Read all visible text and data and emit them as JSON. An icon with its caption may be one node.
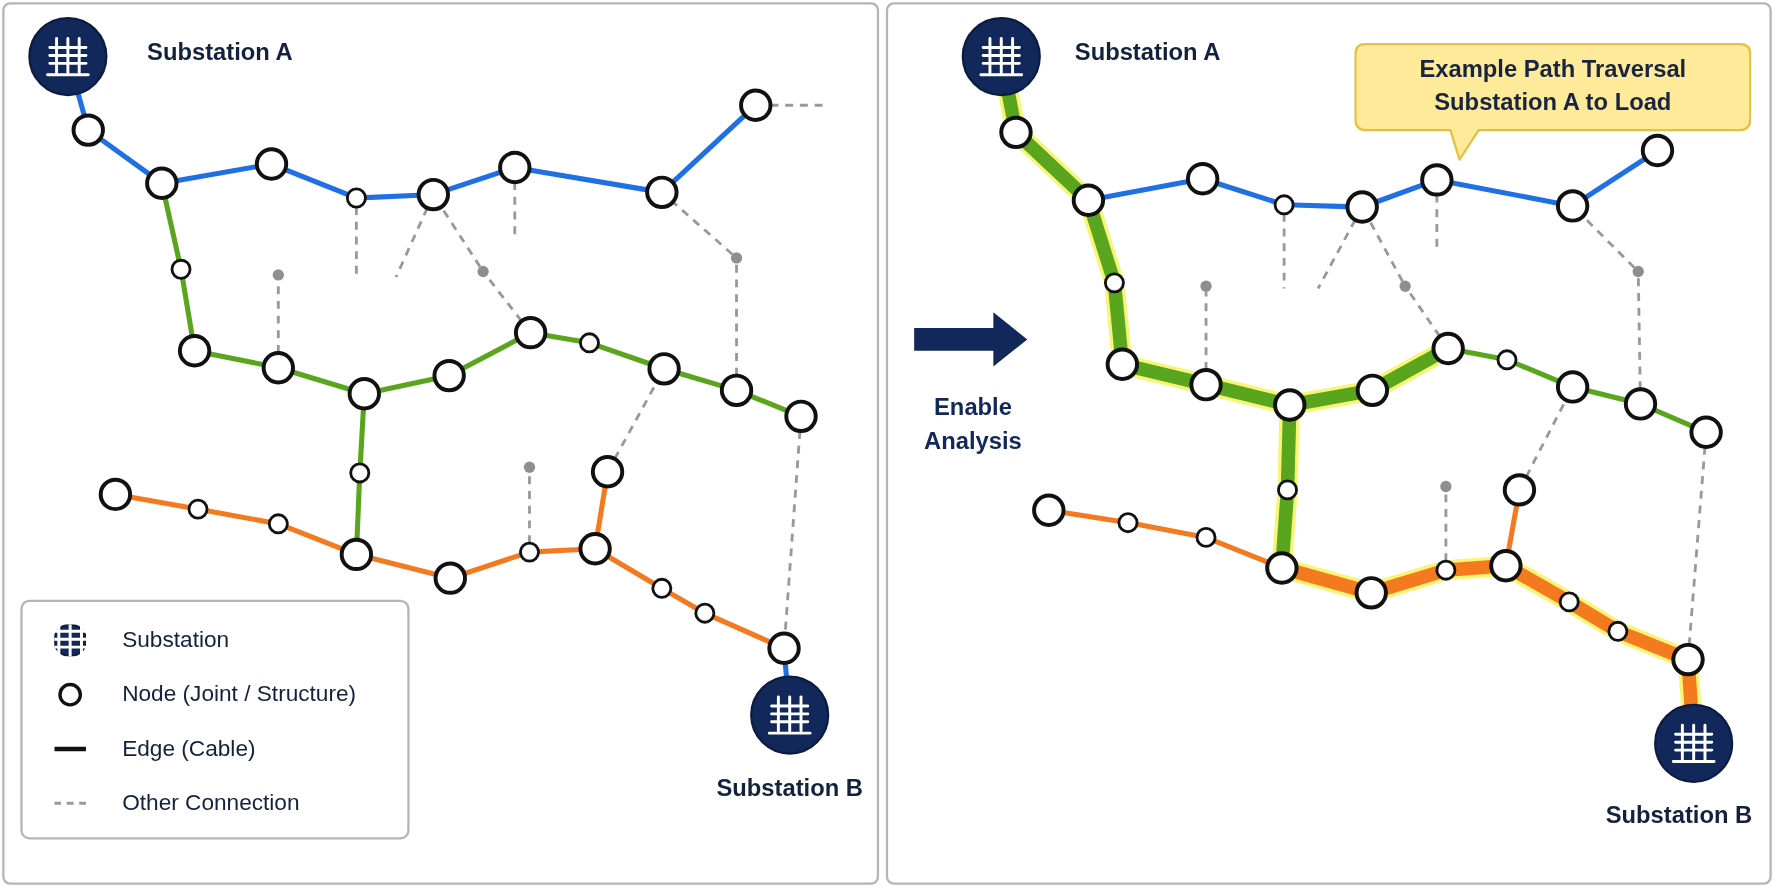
{
  "diagram": {
    "nodes": [
      {
        "text": [],
        "shape": "box"
      },
      {
        "text": [],
        "shape": "circle",
        "beside": [
          "Substation A"
        ],
        "in": 0
      },
      {
        "text": [],
        "shape": "circle",
        "in": 0
      },
      {
        "text": [],
        "shape": "circle",
        "in": 0
      },
      {
        "text": [],
        "shape": "circle",
        "in": 0
      },
      {
        "text": [],
        "shape": "circle",
        "in": 0
      },
      {
        "text": [],
        "shape": "circle",
        "in": 0
      },
      {
        "text": [],
        "shape": "circle",
        "in": 0
      },
      {
        "text": [],
        "shape": "circle",
        "in": 0
      },
      {
        "text": [],
        "shape": "circle",
        "in": 0
      },
      {
        "text": [],
        "shape": "circle",
        "in": 0
      },
      {
        "text": [],
        "shape": "circle",
        "in": 0
      },
      {
        "text": [],
        "shape": "circle",
        "in": 0
      },
      {
        "text": [],
        "shape": "circle",
        "in": 0
      },
      {
        "text": [],
        "shape": "circle",
        "in": 0
      },
      {
        "text": [],
        "shape": "circle",
        "in": 0
      },
      {
        "text": [],
        "shape": "circle",
        "in": 0
      },
      {
        "text": [],
        "shape": "circle",
        "in": 0
      },
      {
        "text": [],
        "shape": "circle",
        "in": 0
      },
      {
        "text": [],
        "shape": "circle",
        "in": 0
      },
      {
        "text": [],
        "shape": "circle",
        "in": 0
      },
      {
        "text": [],
        "shape": "circle",
        "in": 0
      },
      {
        "text": [],
        "shape": "circle",
        "in": 0
      },
      {
        "text": [],
        "shape": "circle",
        "in": 0
      },
      {
        "text": [],
        "shape": "circle",
        "in": 0
      },
      {
        "text": [],
        "shape": "circle",
        "in": 0
      },
      {
        "text": [],
        "shape": "circle",
        "in": 0
      },
      {
        "text": [],
        "shape": "circle",
        "in": 0
      },
      {
        "text": [],
        "shape": "circle",
        "in": 0
      },
      {
        "text": [],
        "shape": "circle",
        "in": 0
      },
      {
        "text": [],
        "shape": "circle",
        "in": 0
      },
      {
        "text": [],
        "shape": "circle",
        "beside": [
          "Substation B"
        ],
        "in": 0
      },
      {
        "text": [],
        "shape": "circle",
        "in": 0
      },
      {
        "text": [],
        "shape": "dot",
        "in": 0
      },
      {
        "text": [],
        "shape": "dot",
        "in": 0
      },
      {
        "text": [],
        "shape": "dot",
        "in": 0
      },
      {
        "text": [],
        "shape": "dot",
        "in": 0
      },
      {
        "text": [],
        "shape": "box"
      },
      {
        "text": [],
        "shape": "circle",
        "beside": [
          "Substation A"
        ],
        "in": 37
      },
      {
        "text": [],
        "shape": "circle",
        "in": 37
      },
      {
        "text": [],
        "shape": "circle",
        "in": 37
      },
      {
        "text": [],
        "shape": "circle",
        "in": 37
      },
      {
        "text": [],
        "shape": "circle",
        "in": 37
      },
      {
        "text": [],
        "shape": "circle",
        "in": 37
      },
      {
        "text": [],
        "shape": "circle",
        "in": 37
      },
      {
        "text": [],
        "shape": "circle",
        "in": 37
      },
      {
        "text": [],
        "shape": "circle",
        "in": 37
      },
      {
        "text": [],
        "shape": "circle",
        "in": 37
      },
      {
        "text": [],
        "shape": "circle",
        "in": 37
      },
      {
        "text": [],
        "shape": "circle",
        "in": 37
      },
      {
        "text": [],
        "shape": "circle",
        "in": 37
      },
      {
        "text": [],
        "shape": "circle",
        "in": 37
      },
      {
        "text": [],
        "shape": "circle",
        "in": 37
      },
      {
        "text": [],
        "shape": "circle",
        "in": 37
      },
      {
        "text": [],
        "shape": "circle",
        "in": 37
      },
      {
        "text": [],
        "shape": "circle",
        "in": 37
      },
      {
        "text": [],
        "shape": "circle",
        "in": 37
      },
      {
        "text": [],
        "shape": "circle",
        "in": 37
      },
      {
        "text": [],
        "shape": "circle",
        "in": 37
      },
      {
        "text": [],
        "shape": "circle",
        "in": 37
      },
      {
        "text": [],
        "shape": "circle",
        "in": 37
      },
      {
        "text": [],
        "shape": "circle",
        "in": 37
      },
      {
        "text": [],
        "shape": "circle",
        "in": 37
      },
      {
        "text": [],
        "shape": "circle",
        "in": 37
      },
      {
        "text": [],
        "shape": "circle",
        "in": 37
      },
      {
        "text": [],
        "shape": "circle",
        "in": 37
      },
      {
        "text": [],
        "shape": "circle",
        "in": 37
      },
      {
        "text": [],
        "shape": "circle",
        "in": 37
      },
      {
        "text": [],
        "shape": "circle",
        "beside": [
          "Substation B"
        ],
        "in": 37
      },
      {
        "text": [],
        "shape": "circle",
        "in": 37
      },
      {
        "text": [],
        "shape": "dot",
        "in": 37
      },
      {
        "text": [],
        "shape": "dot",
        "in": 37
      },
      {
        "text": [],
        "shape": "dot",
        "in": 37
      },
      {
        "text": [],
        "shape": "dot",
        "in": 37
      },
      {
        "text": [
          "Example Path Traversal Substation A to Load"
        ],
        "in": 37
      }
    ],
    "edges": [
      {
        "from": 1,
        "to": 2,
        "arrow": "none",
        "color": "#1f6fe5"
      },
      {
        "from": 2,
        "to": 3,
        "arrow": "none",
        "color": "#1f6fe5"
      },
      {
        "from": 3,
        "to": 4,
        "arrow": "none",
        "color": "#1f6fe5"
      },
      {
        "from": 4,
        "to": 5,
        "arrow": "none",
        "color": "#1f6fe5"
      },
      {
        "from": 5,
        "to": 6,
        "arrow": "none",
        "color": "#1f6fe5"
      },
      {
        "from": 6,
        "to": 7,
        "arrow": "none",
        "color": "#1f6fe5"
      },
      {
        "from": 7,
        "to": 8,
        "arrow": "none",
        "color": "#1f6fe5"
      },
      {
        "from": 8,
        "to": 9,
        "arrow": "none",
        "color": "#1f6fe5"
      },
      {
        "from": 9,
        "to": null,
        "arrow": "none",
        "style": "dashed",
        "color": "#999999"
      },
      {
        "from": 3,
        "to": 10,
        "arrow": "none",
        "color": "#5aa51e"
      },
      {
        "from": 10,
        "to": 11,
        "arrow": "none",
        "color": "#5aa51e"
      },
      {
        "from": 11,
        "to": 12,
        "arrow": "none",
        "color": "#5aa51e"
      },
      {
        "from": 12,
        "to": 13,
        "arrow": "none",
        "color": "#5aa51e"
      },
      {
        "from": 13,
        "to": 14,
        "arrow": "none",
        "color": "#5aa51e"
      },
      {
        "from": 14,
        "to": 15,
        "arrow": "none",
        "color": "#5aa51e"
      },
      {
        "from": 15,
        "to": 16,
        "arrow": "none",
        "color": "#5aa51e"
      },
      {
        "from": 16,
        "to": 17,
        "arrow": "none",
        "color": "#5aa51e"
      },
      {
        "from": 17,
        "to": 18,
        "arrow": "none",
        "color": "#5aa51e"
      },
      {
        "from": 18,
        "to": 19,
        "arrow": "none",
        "color": "#5aa51e"
      },
      {
        "from": 13,
        "to": 20,
        "arrow": "none",
        "color": "#5aa51e"
      },
      {
        "from": 20,
        "to": 24,
        "arrow": "none",
        "color": "#5aa51e"
      },
      {
        "from": 21,
        "to": 22,
        "arrow": "none",
        "color": "#f47a1f"
      },
      {
        "from": 22,
        "to": 23,
        "arrow": "none",
        "color": "#f47a1f"
      },
      {
        "from": 23,
        "to": 24,
        "arrow": "none",
        "color": "#f47a1f"
      },
      {
        "from": 24,
        "to": 25,
        "arrow": "none",
        "color": "#f47a1f"
      },
      {
        "from": 25,
        "to": 26,
        "arrow": "none",
        "color": "#f47a1f"
      },
      {
        "from": 26,
        "to": 27,
        "arrow": "none",
        "color": "#f47a1f"
      },
      {
        "from": 27,
        "to": 28,
        "arrow": "none",
        "color": "#f47a1f"
      },
      {
        "from": 28,
        "to": 29,
        "arrow": "none",
        "color": "#f47a1f"
      },
      {
        "from": 29,
        "to": 30,
        "arrow": "none",
        "color": "#f47a1f"
      },
      {
        "from": 30,
        "to": 31,
        "arrow": "none",
        "color": "#1f6fe5"
      },
      {
        "from": 27,
        "to": 32,
        "arrow": "none",
        "color": "#f47a1f"
      },
      {
        "from": 32,
        "to": 17,
        "arrow": "none",
        "style": "dashed",
        "color": "#999999"
      },
      {
        "from": 19,
        "to": 30,
        "arrow": "none",
        "style": "dashed",
        "color": "#999999"
      },
      {
        "from": 18,
        "to": 35,
        "arrow": "none",
        "style": "dashed",
        "color": "#999999"
      },
      {
        "from": 35,
        "to": 8,
        "arrow": "none",
        "style": "dashed",
        "color": "#999999"
      },
      {
        "from": 15,
        "to": 34,
        "arrow": "none",
        "style": "dashed",
        "color": "#999999"
      },
      {
        "from": 34,
        "to": 6,
        "arrow": "none",
        "style": "dashed",
        "color": "#999999"
      },
      {
        "from": 6,
        "to": null,
        "arrow": "none",
        "style": "dashed",
        "color": "#999999"
      },
      {
        "from": 5,
        "to": null,
        "arrow": "none",
        "style": "dashed",
        "color": "#999999"
      },
      {
        "from": 7,
        "to": null,
        "arrow": "none",
        "style": "dashed",
        "color": "#999999"
      },
      {
        "from": 12,
        "to": 33,
        "arrow": "none",
        "style": "dashed",
        "color": "#999999"
      },
      {
        "from": 26,
        "to": 36,
        "arrow": "none",
        "style": "dashed",
        "color": "#999999"
      },
      {
        "from": 38,
        "to": 39,
        "arrow": "none",
        "style": "thick",
        "color": "#5aa51e"
      },
      {
        "from": 39,
        "to": 40,
        "arrow": "none",
        "style": "thick",
        "color": "#5aa51e"
      },
      {
        "from": 40,
        "to": 41,
        "arrow": "none",
        "color": "#1f6fe5"
      },
      {
        "from": 41,
        "to": 42,
        "arrow": "none",
        "color": "#1f6fe5"
      },
      {
        "from": 42,
        "to": 43,
        "arrow": "none",
        "color": "#1f6fe5"
      },
      {
        "from": 43,
        "to": 44,
        "arrow": "none",
        "color": "#1f6fe5"
      },
      {
        "from": 44,
        "to": 45,
        "arrow": "none",
        "color": "#1f6fe5"
      },
      {
        "from": 45,
        "to": 46,
        "arrow": "none",
        "color": "#1f6fe5"
      },
      {
        "from": 40,
        "to": 47,
        "arrow": "none",
        "style": "thick",
        "color": "#5aa51e"
      },
      {
        "from": 47,
        "to": 48,
        "arrow": "none",
        "style": "thick",
        "color": "#5aa51e"
      },
      {
        "from": 48,
        "to": 49,
        "arrow": "none",
        "style": "thick",
        "color": "#5aa51e"
      },
      {
        "from": 49,
        "to": 50,
        "arrow": "none",
        "style": "thick",
        "color": "#5aa51e"
      },
      {
        "from": 50,
        "to": 51,
        "arrow": "none",
        "style": "thick",
        "color": "#5aa51e"
      },
      {
        "from": 51,
        "to": 52,
        "arrow": "none",
        "style": "thick",
        "color": "#5aa51e"
      },
      {
        "from": 52,
        "to": 53,
        "arrow": "none",
        "color": "#5aa51e"
      },
      {
        "from": 53,
        "to": 54,
        "arrow": "none",
        "color": "#5aa51e"
      },
      {
        "from": 54,
        "to": 55,
        "arrow": "none",
        "color": "#5aa51e"
      },
      {
        "from": 55,
        "to": 56,
        "arrow": "none",
        "color": "#5aa51e"
      },
      {
        "from": 50,
        "to": 57,
        "arrow": "none",
        "style": "thick",
        "color": "#5aa51e"
      },
      {
        "from": 57,
        "to": 61,
        "arrow": "none",
        "style": "thick",
        "color": "#5aa51e"
      },
      {
        "from": 58,
        "to": 59,
        "arrow": "none",
        "color": "#f47a1f"
      },
      {
        "from": 59,
        "to": 60,
        "arrow": "none",
        "color": "#f47a1f"
      },
      {
        "from": 60,
        "to": 61,
        "arrow": "none",
        "color": "#f47a1f"
      },
      {
        "from": 61,
        "to": 62,
        "arrow": "none",
        "style": "thick",
        "color": "#f47a1f"
      },
      {
        "from": 62,
        "to": 63,
        "arrow": "none",
        "style": "thick",
        "color": "#f47a1f"
      },
      {
        "from": 63,
        "to": 64,
        "arrow": "none",
        "style": "thick",
        "color": "#f47a1f"
      },
      {
        "from": 64,
        "to": 65,
        "arrow": "none",
        "style": "thick",
        "color": "#f47a1f"
      },
      {
        "from": 65,
        "to": 66,
        "arrow": "none",
        "style": "thick",
        "color": "#f47a1f"
      },
      {
        "from": 66,
        "to": 67,
        "arrow": "none",
        "style": "thick",
        "color": "#f47a1f"
      },
      {
        "from": 67,
        "to": 68,
        "arrow": "none",
        "style": "thick",
        "color": "#f47a1f"
      },
      {
        "from": 64,
        "to": 69,
        "arrow": "none",
        "color": "#f47a1f"
      },
      {
        "from": 69,
        "to": 54,
        "arrow": "none",
        "style": "dashed",
        "color": "#999999"
      },
      {
        "from": 56,
        "to": 67,
        "arrow": "none",
        "style": "dashed",
        "color": "#999999"
      },
      {
        "from": 55,
        "to": 72,
        "arrow": "none",
        "style": "dashed",
        "color": "#999999"
      },
      {
        "from": 72,
        "to": 45,
        "arrow": "none",
        "style": "dashed",
        "color": "#999999"
      },
      {
        "from": 52,
        "to": 71,
        "arrow": "none",
        "style": "dashed",
        "color": "#999999"
      },
      {
        "from": 71,
        "to": 43,
        "arrow": "none",
        "style": "dashed",
        "color": "#999999"
      },
      {
        "from": 43,
        "to": null,
        "arrow": "none",
        "style": "dashed",
        "color": "#999999"
      },
      {
        "from": 42,
        "to": null,
        "arrow": "none",
        "style": "dashed",
        "color": "#999999"
      },
      {
        "from": 44,
        "to": null,
        "arrow": "none",
        "style": "dashed",
        "color": "#999999"
      },
      {
        "from": 49,
        "to": 70,
        "arrow": "none",
        "style": "dashed",
        "color": "#999999"
      },
      {
        "from": 63,
        "to": 73,
        "arrow": "none",
        "style": "dashed",
        "color": "#999999"
      }
    ],
    "labels": [
      "Enable Analysis"
    ],
    "legend": [
      {
        "text": "Substation"
      },
      {
        "text": "Node (Joint / Structure)"
      },
      {
        "text": "Edge (Cable)"
      },
      {
        "text": "Other Connection"
      }
    ]
  }
}
